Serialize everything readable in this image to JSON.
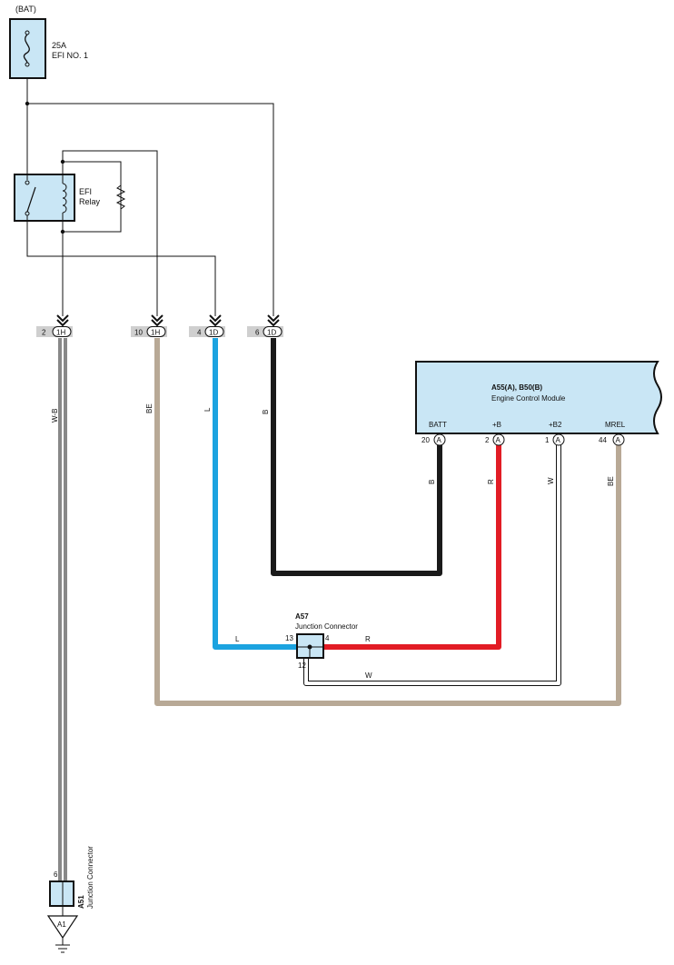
{
  "power": {
    "source": "(BAT)",
    "fuse_rating": "25A",
    "fuse_name": "EFI NO. 1"
  },
  "relay": {
    "line1": "EFI",
    "line2": "Relay"
  },
  "connectors": {
    "c1": {
      "pin": "2",
      "code": "1H"
    },
    "c2": {
      "pin": "10",
      "code": "1H"
    },
    "c3": {
      "pin": "4",
      "code": "1D"
    },
    "c4": {
      "pin": "6",
      "code": "1D"
    }
  },
  "wire_colors": {
    "w_b": "W-B",
    "be_left": "BE",
    "l_vert": "L",
    "b_vert": "B",
    "ecm_b": "B",
    "ecm_r": "R",
    "ecm_w": "W",
    "ecm_be": "BE",
    "l_horiz": "L",
    "r_horiz": "R",
    "w_horiz": "W"
  },
  "ecm": {
    "id": "A55(A), B50(B)",
    "name": "Engine Control Module",
    "terminals": [
      {
        "name": "BATT",
        "pin": "20",
        "conn": "A"
      },
      {
        "name": "+B",
        "pin": "2",
        "conn": "A"
      },
      {
        "name": "+B2",
        "pin": "1",
        "conn": "A"
      },
      {
        "name": "MREL",
        "pin": "44",
        "conn": "A"
      }
    ]
  },
  "a57": {
    "id": "A57",
    "name": "Junction Connector",
    "pin_left": "13",
    "pin_right": "4",
    "pin_bottom": "12"
  },
  "a51": {
    "id": "A51",
    "name": "Junction Connector",
    "pin": "6",
    "ground_label": "A1"
  },
  "colors": {
    "box_fill": "#c9e6f5",
    "wire_beige": "#b8a996",
    "wire_blue": "#1ba3e0",
    "wire_red": "#e21c25",
    "wire_black": "#1a1a1a",
    "connector_tab": "#cfcfcf"
  }
}
